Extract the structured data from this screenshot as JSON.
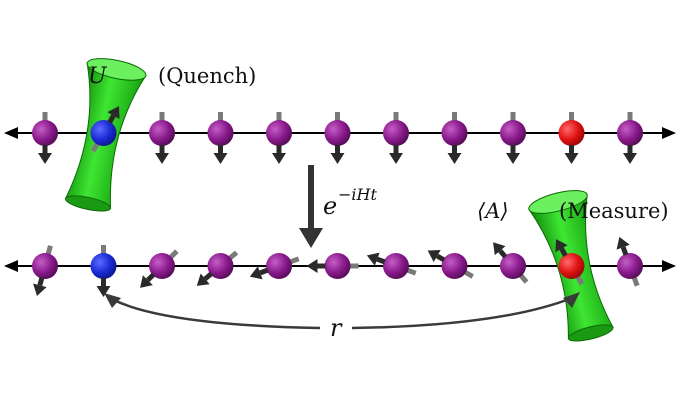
{
  "labels": {
    "unitary": "U",
    "quench": "(Quench)",
    "evolution_base": "e",
    "evolution_exponent": "−iHt",
    "observable": "⟨A⟩",
    "measure": "(Measure)",
    "distance": "r"
  },
  "colors": {
    "site": "#8a1a8c",
    "quenched_site": "#1a2bd6",
    "measured_site": "#e01212",
    "beam": "#22cc1a",
    "spin_arrow": "#2a2a2a",
    "chain_line": "#000000"
  },
  "chains": [
    {
      "name": "before",
      "site_count": 11,
      "quenched_index": 1,
      "measured_index": 9,
      "spin_angles_deg": [
        0,
        210,
        0,
        0,
        0,
        0,
        0,
        0,
        0,
        0,
        0
      ]
    },
    {
      "name": "after",
      "site_count": 11,
      "quenched_index": 1,
      "measured_index": 9,
      "spin_angles_deg": [
        15,
        0,
        45,
        50,
        70,
        90,
        110,
        120,
        140,
        150,
        160
      ]
    }
  ]
}
